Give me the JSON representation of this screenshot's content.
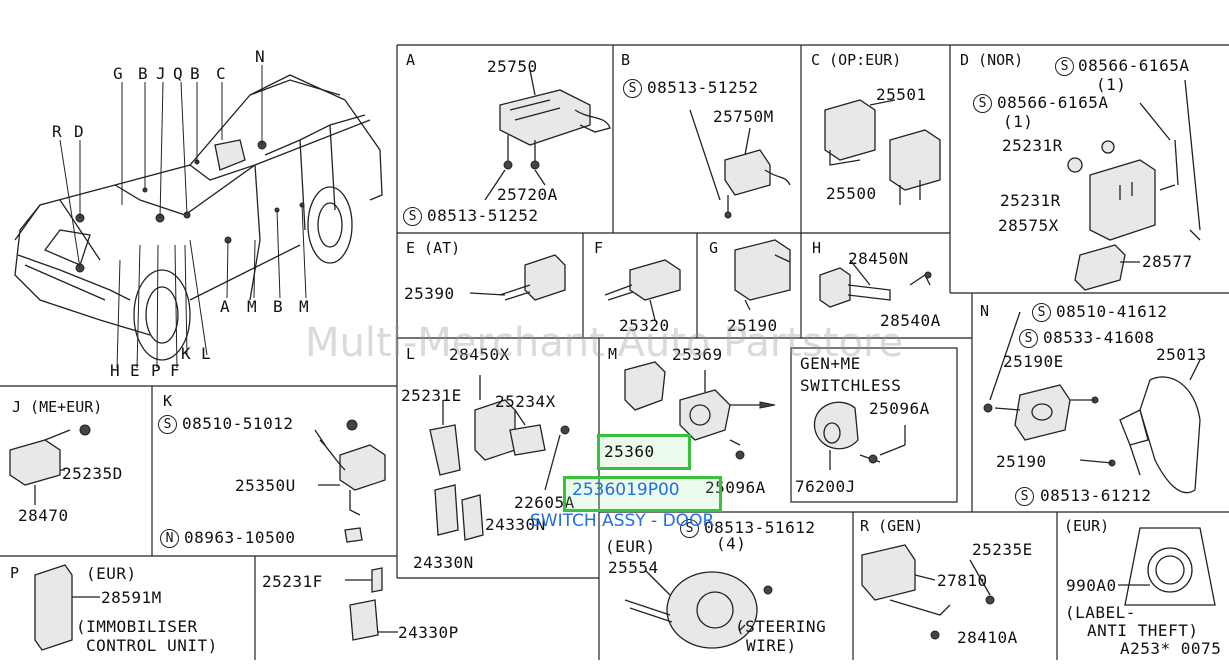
{
  "watermark": "Multi-Merchant Auto Partstore",
  "highlight": {
    "part_number": "2536019P00",
    "description": "SWITCH ASSY - DOOR",
    "boxed_ref": "25360"
  },
  "overview": {
    "letters": {
      "g": "G",
      "b1": "B",
      "j": "J",
      "q": "Q",
      "b2": "B",
      "c": "C",
      "n": "N",
      "r": "R",
      "d": "D",
      "h": "H",
      "e": "E",
      "p": "P",
      "f": "F",
      "k": "K",
      "l": "L",
      "a": "A",
      "m1": "M",
      "b3": "B",
      "m2": "M"
    }
  },
  "sections": {
    "A": {
      "title": "A",
      "parts": {
        "p1": "25750",
        "p2": "25720A",
        "p3": "08513-51252"
      },
      "circle": "S"
    },
    "B": {
      "title": "B",
      "parts": {
        "p1": "08513-51252",
        "p2": "25750M"
      },
      "circle": "S"
    },
    "C": {
      "title": "C (OP:EUR)",
      "parts": {
        "p1": "25501",
        "p2": "25500"
      }
    },
    "D": {
      "title": "D (NOR)",
      "parts": {
        "p1": "08566-6165A",
        "q1": "(1)",
        "p2": "08566-6165A",
        "q2": "(1)",
        "p3": "25231R",
        "p4": "25231R",
        "p5": "28575X",
        "p6": "28577"
      },
      "circle": "S"
    },
    "E": {
      "title": "E (AT)",
      "parts": {
        "p1": "25390"
      }
    },
    "F": {
      "title": "F",
      "parts": {
        "p1": "25320"
      }
    },
    "G": {
      "title": "G",
      "parts": {
        "p1": "25190"
      }
    },
    "H": {
      "title": "H",
      "parts": {
        "p1": "28450N",
        "p2": "28540A"
      }
    },
    "L": {
      "title": "L",
      "parts": {
        "p1": "28450X",
        "p2": "25231E",
        "p3": "25234X",
        "p4": "22605A",
        "p5": "24330N",
        "p6": "24330N"
      }
    },
    "M": {
      "title": "M",
      "parts": {
        "p1": "25369",
        "p2": "25360",
        "p3": "25096A"
      }
    },
    "GENME": {
      "title1": "GEN+ME",
      "title2": "SWITCHLESS",
      "parts": {
        "p1": "25096A",
        "p2": "76200J"
      }
    },
    "N": {
      "title": "N",
      "parts": {
        "p1": "08510-41612",
        "p2": "08533-41608",
        "p3": "25190E",
        "p4": "25013",
        "p5": "25190",
        "p6": "08513-61212"
      },
      "circle": "S"
    },
    "J": {
      "title": "J (ME+EUR)",
      "parts": {
        "p1": "25235D",
        "p2": "28470"
      }
    },
    "K": {
      "title": "K",
      "parts": {
        "p1": "08510-51012",
        "p2": "25350U",
        "p3": "08963-10500"
      },
      "circle_s": "S",
      "circle_n": "N"
    },
    "P": {
      "title": "P",
      "subtitle": "(EUR)",
      "parts": {
        "p1": "28591M",
        "c1": "(IMMOBILISER",
        "c2": "CONTROL UNIT)"
      }
    },
    "Q": {
      "parts": {
        "p1": "25231F",
        "p2": "24330P"
      }
    },
    "STEER": {
      "parts": {
        "p0": "08513-51612",
        "q": "(4)",
        "t": "(EUR)",
        "p1": "25554",
        "c1": "(STEERING",
        "c2": "WIRE)"
      },
      "circle": "S"
    },
    "R": {
      "title": "R (GEN)",
      "parts": {
        "p1": "25235E",
        "p2": "27810",
        "p3": "28410A"
      }
    },
    "EUR": {
      "title": "(EUR)",
      "parts": {
        "p1": "990A0",
        "c1": "(LABEL-",
        "c2": "ANTI THEFT)",
        "code": "A253* 0075"
      }
    }
  }
}
